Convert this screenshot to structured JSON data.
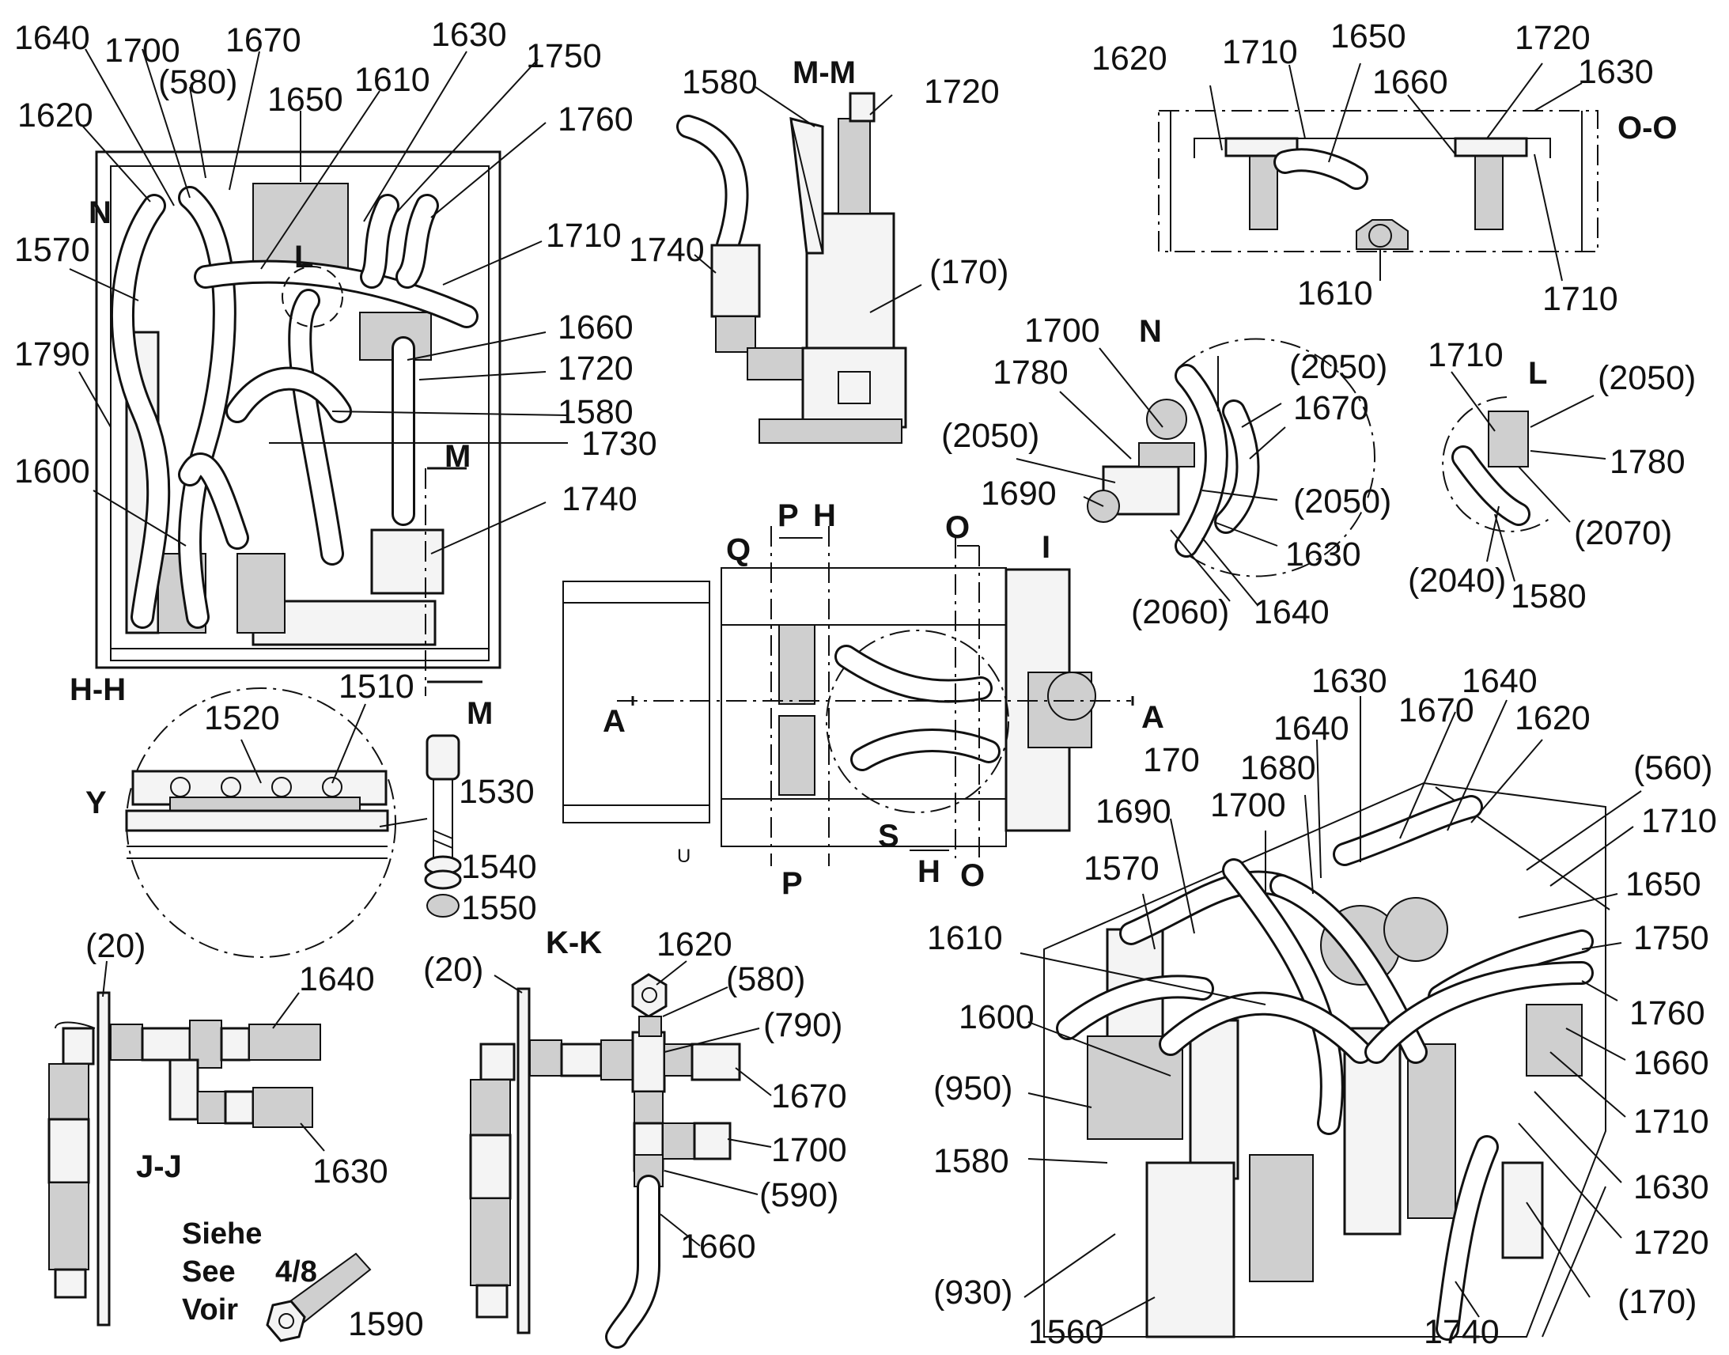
{
  "views": {
    "hh": {
      "title": "H-H",
      "labels": {
        "l1640": "1640",
        "l1700": "1700",
        "l580": "(580)",
        "l1670": "1670",
        "l1630": "1630",
        "l1750": "1750",
        "l1620": "1620",
        "l1650": "1650",
        "l1610": "1610",
        "l1760": "1760",
        "lN": "N",
        "l1570": "1570",
        "lL": "L",
        "l1710": "1710",
        "l1660": "1660",
        "l1790": "1790",
        "l1720": "1720",
        "l1580": "1580",
        "l1730": "1730",
        "l1600": "1600",
        "lM1": "M",
        "l1740": "1740",
        "lM2": "M"
      }
    },
    "mm": {
      "title": "M-M",
      "labels": {
        "l1580": "1580",
        "l1720": "1720",
        "l1740": "1740",
        "l170": "(170)"
      }
    },
    "oo": {
      "title": "O-O",
      "labels": {
        "l1620": "1620",
        "l1710a": "1710",
        "l1650": "1650",
        "l1660": "1660",
        "l1720": "1720",
        "l1630": "1630",
        "l1610": "1610",
        "l1710b": "1710"
      }
    },
    "n": {
      "title": "N",
      "labels": {
        "l1700": "1700",
        "l2050a": "(2050)",
        "l1780": "1780",
        "l1670": "1670",
        "l2050b": "(2050)",
        "l1690": "1690",
        "l2050c": "(2050)",
        "l1630": "1630",
        "l2060": "(2060)",
        "l1640": "1640"
      }
    },
    "l": {
      "title": "L",
      "labels": {
        "l1710": "1710",
        "l2050": "(2050)",
        "l1780": "1780",
        "l2070": "(2070)",
        "l2040": "(2040)",
        "l1580": "1580"
      }
    },
    "center": {
      "labels": {
        "P1": "P",
        "H1": "H",
        "O1": "O",
        "Q": "Q",
        "I": "I",
        "A1": "A",
        "A2": "A",
        "S": "S",
        "H2": "H",
        "O2": "O",
        "P2": "P",
        "U": "U"
      }
    },
    "y": {
      "title": "Y",
      "labels": {
        "l1520": "1520",
        "l1510": "1510"
      }
    },
    "bolt": {
      "labels": {
        "l1530": "1530",
        "l1540": "1540",
        "l1550": "1550"
      }
    },
    "jj": {
      "title": "J-J",
      "labels": {
        "l20": "(20)",
        "l1640": "1640",
        "l1630": "1630"
      },
      "see_ref": {
        "line1": "Siehe",
        "line2": "See",
        "line3": "Voir",
        "page": "4/8",
        "part": "1590"
      }
    },
    "kk": {
      "title": "K-K",
      "labels": {
        "l20": "(20)",
        "l1620": "1620",
        "l580": "(580)",
        "l790": "(790)",
        "l1670": "1670",
        "l1700": "1700",
        "l590": "(590)",
        "l1660": "1660"
      }
    },
    "iso": {
      "labels": {
        "l1630": "1630",
        "l1640a": "1640",
        "l1640b": "1640",
        "l1670": "1670",
        "l1620": "1620",
        "l170": "170",
        "l1680": "1680",
        "l560": "(560)",
        "l1690": "1690",
        "l1700": "1700",
        "l1710a": "1710",
        "l1570": "1570",
        "l1650": "1650",
        "l1610": "1610",
        "l1750": "1750",
        "l1760": "1760",
        "l1600": "1600",
        "l1660": "1660",
        "l950": "(950)",
        "l1710b": "1710",
        "l1580": "1580",
        "l1630b": "1630",
        "l1720": "1720",
        "l930": "(930)",
        "l170b": "(170)",
        "l1560": "1560",
        "l1740": "1740"
      }
    }
  }
}
